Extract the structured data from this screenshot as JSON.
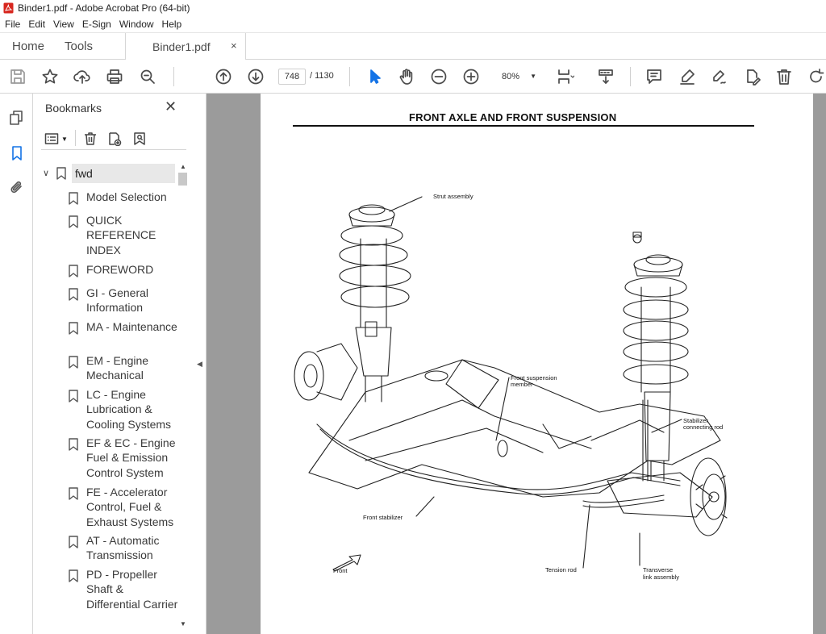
{
  "window": {
    "title": "Binder1.pdf - Adobe Acrobat Pro (64-bit)"
  },
  "menu": [
    "File",
    "Edit",
    "View",
    "E-Sign",
    "Window",
    "Help"
  ],
  "tabs": {
    "home": "Home",
    "tools": "Tools",
    "document": "Binder1.pdf",
    "close_glyph": "×"
  },
  "toolbar": {
    "page_current": "748",
    "page_total": "/ 1130",
    "zoom": "80%",
    "icons": [
      "save-icon",
      "bookmark-star-icon",
      "upload-cloud-icon",
      "print-icon",
      "search-zoom-icon",
      "page-up-icon",
      "page-down-icon",
      "select-arrow-icon",
      "hand-icon",
      "zoom-out-icon",
      "zoom-in-icon",
      "fit-page-icon",
      "scroll-mode-icon",
      "comment-icon",
      "highlight-icon",
      "sign-icon",
      "edit-page-icon",
      "delete-icon",
      "rotate-icon"
    ]
  },
  "bookmarks": {
    "title": "Bookmarks",
    "close_glyph": "✕",
    "root": "fwd",
    "items": [
      {
        "label": "Model Selection"
      },
      {
        "label": "QUICK REFERENCE INDEX"
      },
      {
        "label": "FOREWORD"
      },
      {
        "label": "GI - General Information"
      },
      {
        "label": "MA - Maintenance"
      },
      {
        "label": "EM - Engine Mechanical"
      },
      {
        "label": "LC - Engine Lubrication & Cooling Systems"
      },
      {
        "label": "EF & EC - Engine Fuel & Emission Control System"
      },
      {
        "label": "FE - Accelerator Control, Fuel & Exhaust Systems"
      },
      {
        "label": "AT - Automatic Transmission"
      },
      {
        "label": "PD - Propeller Shaft & Differential Carrier"
      }
    ]
  },
  "document": {
    "heading": "FRONT AXLE AND FRONT SUSPENSION",
    "callouts": {
      "strut": "Strut assembly",
      "member_1": "Front suspension",
      "member_2": "member",
      "stab_rod_1": "Stabilizer",
      "stab_rod_2": "connecting rod",
      "front_stab": "Front stabilizer",
      "front": "Front",
      "tension": "Tension rod",
      "transverse_1": "Transverse",
      "transverse_2": "link assembly"
    }
  }
}
